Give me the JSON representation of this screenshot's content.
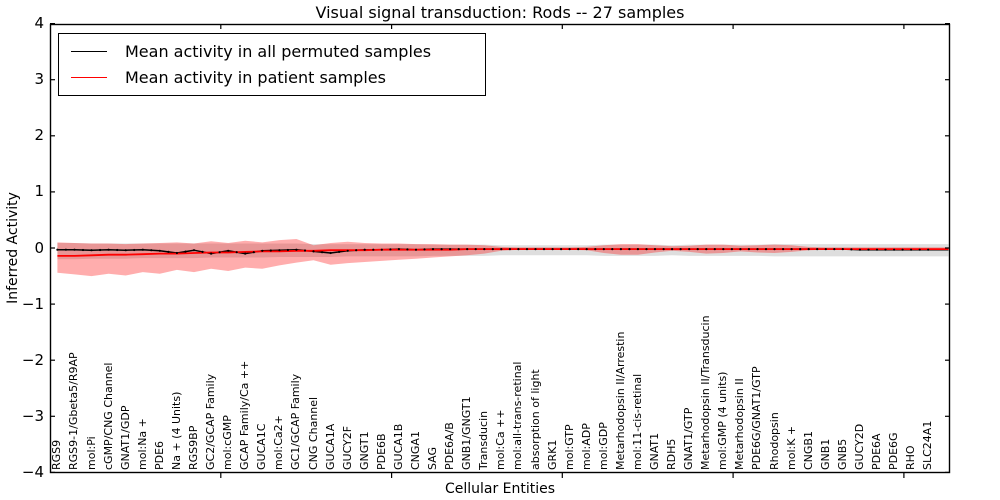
{
  "title": "Visual signal transduction: Rods -- 27 samples",
  "legend": {
    "items": [
      {
        "label": "Mean activity in all permuted samples",
        "color": "#000000"
      },
      {
        "label": "Mean activity in patient samples",
        "color": "#ff0000"
      }
    ]
  },
  "chart_data": {
    "type": "line",
    "title": "Visual signal transduction: Rods -- 27 samples",
    "xlabel": "Cellular Entities",
    "ylabel": "Inferred Activity",
    "ylim": [
      -4,
      4
    ],
    "xlim": [
      0,
      52.7
    ],
    "grid": false,
    "legend_position": "upper left",
    "ytick_values": [
      4,
      3,
      2,
      1,
      0,
      -1,
      -2,
      -3,
      -4
    ],
    "ytick_labels": [
      "4",
      "3",
      "2",
      "1",
      "0",
      "−1",
      "−2",
      "−3",
      "−4"
    ],
    "xtick_major_values": [
      10,
      20,
      30,
      40,
      50
    ],
    "categories": [
      "RGS9",
      "RGS9-1/Gbeta5/R9AP",
      "mol:Pi",
      "cGMP/CNG Channel",
      "GNAT1/GDP",
      "mol:Na +",
      "PDE6",
      "Na + (4 Units)",
      "RGS9BP",
      "GC2/GCAP Family",
      "mol:cGMP",
      "GCAP Family/Ca ++",
      "GUCA1C",
      "mol:Ca2+",
      "GC1/GCAP Family",
      "CNG Channel",
      "GUCA1A",
      "GUCY2F",
      "GNGT1",
      "PDE6B",
      "GUCA1B",
      "CNGA1",
      "SAG",
      "PDE6A/B",
      "GNB1/GNGT1",
      "Transducin",
      "mol:Ca ++",
      "mol:all-trans-retinal",
      "absorption of light",
      "GRK1",
      "mol:GTP",
      "mol:ADP",
      "mol:GDP",
      "Metarhodopsin II/Arrestin",
      "mol:11-cis-retinal",
      "GNAT1",
      "RDH5",
      "GNAT1/GTP",
      "Metarhodopsin II/Transducin",
      "mol:GMP (4 units)",
      "Metarhodopsin II",
      "PDE6G/GNAT1/GTP",
      "Rhodopsin",
      "mol:K +",
      "CNGB1",
      "GNB1",
      "GNB5",
      "GUCY2D",
      "PDE6A",
      "PDE6G",
      "RHO",
      "SLC24A1"
    ],
    "series": [
      {
        "name": "Mean activity in all permuted samples",
        "color": "#000000",
        "values": [
          -0.03,
          -0.03,
          -0.04,
          -0.03,
          -0.04,
          -0.03,
          -0.05,
          -0.09,
          -0.04,
          -0.1,
          -0.05,
          -0.1,
          -0.05,
          -0.04,
          -0.03,
          -0.06,
          -0.09,
          -0.05,
          -0.03,
          -0.03,
          -0.02,
          -0.03,
          -0.02,
          -0.02,
          -0.02,
          -0.02,
          -0.02,
          -0.02,
          -0.02,
          -0.02,
          -0.02,
          -0.02,
          -0.02,
          -0.02,
          -0.02,
          -0.02,
          -0.02,
          -0.02,
          -0.02,
          -0.02,
          -0.02,
          -0.02,
          -0.02,
          -0.02,
          -0.02,
          -0.02,
          -0.02,
          -0.03,
          -0.03,
          -0.03,
          -0.03,
          -0.03
        ]
      },
      {
        "name": "Mean activity in patient samples",
        "color": "#ff0000",
        "values": [
          -0.14,
          -0.14,
          -0.13,
          -0.12,
          -0.12,
          -0.11,
          -0.1,
          -0.1,
          -0.09,
          -0.08,
          -0.08,
          -0.07,
          -0.06,
          -0.06,
          -0.05,
          -0.05,
          -0.04,
          -0.04,
          -0.04,
          -0.03,
          -0.03,
          -0.03,
          -0.03,
          -0.03,
          -0.02,
          -0.02,
          -0.02,
          -0.02,
          -0.02,
          -0.02,
          -0.02,
          -0.02,
          -0.02,
          -0.02,
          -0.02,
          -0.02,
          -0.02,
          -0.02,
          -0.02,
          -0.02,
          -0.02,
          -0.02,
          -0.02,
          -0.02,
          -0.02,
          -0.02,
          -0.02,
          -0.02,
          -0.02,
          -0.02,
          -0.02,
          -0.02
        ]
      }
    ],
    "bands": [
      {
        "name": "permuted samples range",
        "color": "rgba(0,0,0,0.13)",
        "upper": [
          0.09,
          0.09,
          0.08,
          0.08,
          0.08,
          0.08,
          0.08,
          0.08,
          0.08,
          0.08,
          0.08,
          0.08,
          0.08,
          0.08,
          0.08,
          0.07,
          0.07,
          0.07,
          0.07,
          0.07,
          0.07,
          0.07,
          0.06,
          0.06,
          0.06,
          0.06,
          0.05,
          0.05,
          0.05,
          0.05,
          0.05,
          0.05,
          0.06,
          0.06,
          0.06,
          0.06,
          0.05,
          0.06,
          0.06,
          0.06,
          0.06,
          0.06,
          0.07,
          0.07,
          0.07,
          0.07,
          0.07,
          0.07,
          0.07,
          0.07,
          0.07,
          0.07
        ],
        "lower": [
          -0.2,
          -0.2,
          -0.19,
          -0.19,
          -0.19,
          -0.18,
          -0.18,
          -0.18,
          -0.18,
          -0.17,
          -0.17,
          -0.17,
          -0.17,
          -0.16,
          -0.16,
          -0.16,
          -0.16,
          -0.15,
          -0.15,
          -0.15,
          -0.15,
          -0.15,
          -0.14,
          -0.14,
          -0.14,
          -0.14,
          -0.13,
          -0.13,
          -0.13,
          -0.13,
          -0.13,
          -0.13,
          -0.14,
          -0.14,
          -0.14,
          -0.14,
          -0.13,
          -0.14,
          -0.14,
          -0.14,
          -0.14,
          -0.14,
          -0.15,
          -0.15,
          -0.15,
          -0.15,
          -0.15,
          -0.15,
          -0.15,
          -0.15,
          -0.15,
          -0.15
        ]
      },
      {
        "name": "patient samples range",
        "color": "rgba(255,0,0,0.32)",
        "upper": [
          0.1,
          0.09,
          0.08,
          0.08,
          0.07,
          0.08,
          0.09,
          0.1,
          0.08,
          0.12,
          0.09,
          0.13,
          0.1,
          0.14,
          0.16,
          0.05,
          0.09,
          0.11,
          0.09,
          0.08,
          0.08,
          0.07,
          0.07,
          0.06,
          0.06,
          0.05,
          0.02,
          0.01,
          0.01,
          0.01,
          0.01,
          0.02,
          0.05,
          0.07,
          0.07,
          0.05,
          0.03,
          0.04,
          0.06,
          0.06,
          0.04,
          0.05,
          0.06,
          0.05,
          0.02,
          0.01,
          0.01,
          0.01,
          0.01,
          0.01,
          0.01,
          0.01
        ],
        "lower": [
          -0.44,
          -0.47,
          -0.5,
          -0.46,
          -0.49,
          -0.43,
          -0.46,
          -0.39,
          -0.43,
          -0.37,
          -0.41,
          -0.35,
          -0.37,
          -0.31,
          -0.26,
          -0.22,
          -0.3,
          -0.27,
          -0.25,
          -0.23,
          -0.21,
          -0.19,
          -0.17,
          -0.15,
          -0.13,
          -0.1,
          -0.05,
          -0.03,
          -0.03,
          -0.03,
          -0.03,
          -0.04,
          -0.09,
          -0.12,
          -0.12,
          -0.08,
          -0.05,
          -0.07,
          -0.1,
          -0.09,
          -0.06,
          -0.08,
          -0.09,
          -0.07,
          -0.04,
          -0.03,
          -0.02,
          -0.02,
          -0.02,
          -0.02,
          -0.02,
          -0.02
        ]
      }
    ]
  }
}
